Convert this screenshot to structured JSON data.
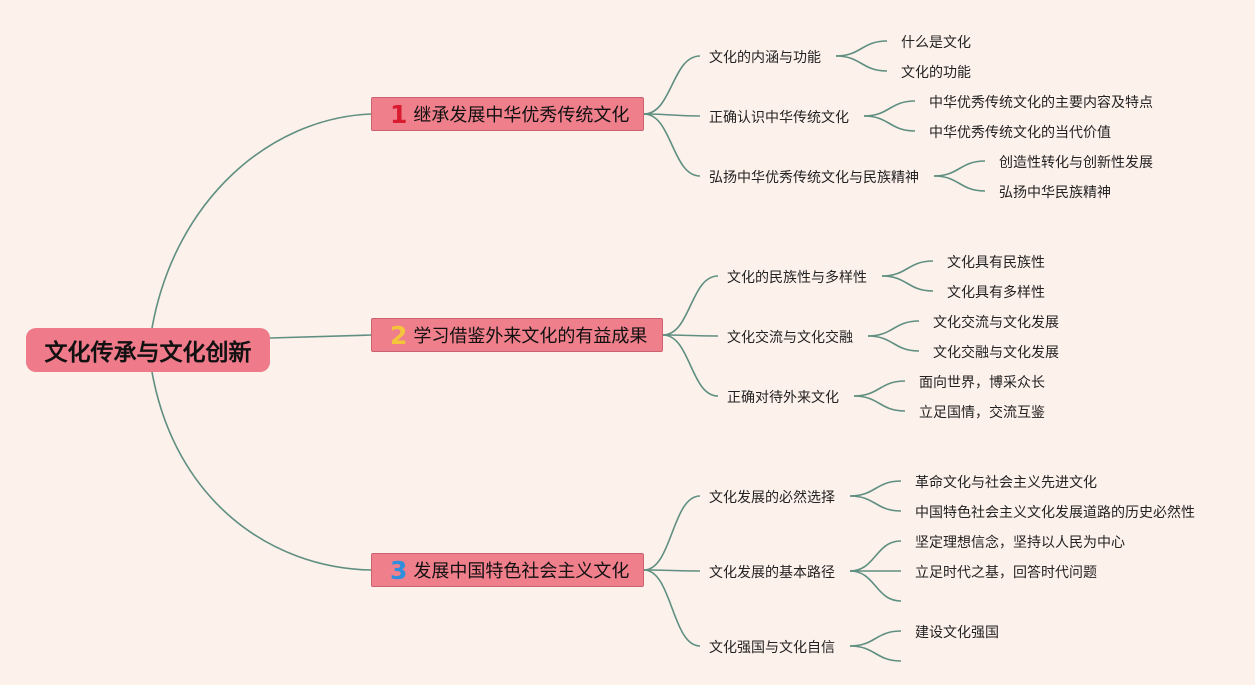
{
  "root": "文化传承与文化创新",
  "colors": {
    "background": "#fdf1ec",
    "node_fill": "#f07f8c",
    "line": "#5f8f80",
    "num1": "#d81b2e",
    "num2": "#f4c43a",
    "num3": "#2f8fdc"
  },
  "branches": [
    {
      "num": "1",
      "label": "继承发展中华优秀传统文化",
      "children": [
        {
          "label": "文化的内涵与功能",
          "children": [
            "什么是文化",
            "文化的功能"
          ]
        },
        {
          "label": "正确认识中华传统文化",
          "children": [
            "中华优秀传统文化的主要内容及特点",
            "中华优秀传统文化的当代价值"
          ]
        },
        {
          "label": "弘扬中华优秀传统文化与民族精神",
          "children": [
            "创造性转化与创新性发展",
            "弘扬中华民族精神"
          ]
        }
      ]
    },
    {
      "num": "2",
      "label": "学习借鉴外来文化的有益成果",
      "children": [
        {
          "label": "文化的民族性与多样性",
          "children": [
            "文化具有民族性",
            "文化具有多样性"
          ]
        },
        {
          "label": "文化交流与文化交融",
          "children": [
            "文化交流与文化发展",
            "文化交融与文化发展"
          ]
        },
        {
          "label": "正确对待外来文化",
          "children": [
            "面向世界，博采众长",
            "立足国情，交流互鉴"
          ]
        }
      ]
    },
    {
      "num": "3",
      "label": "发展中国特色社会主义文化",
      "children": [
        {
          "label": "文化发展的必然选择",
          "children": [
            "革命文化与社会主义先进文化",
            "中国特色社会主义文化发展道路的历史必然性"
          ]
        },
        {
          "label": "文化发展的基本路径",
          "children": [
            "坚定理想信念，坚持以人民为中心",
            "立足时代之基，回答时代问题",
            ""
          ]
        },
        {
          "label": "文化强国与文化自信",
          "children": [
            "建设文化强国",
            ""
          ]
        }
      ]
    }
  ]
}
